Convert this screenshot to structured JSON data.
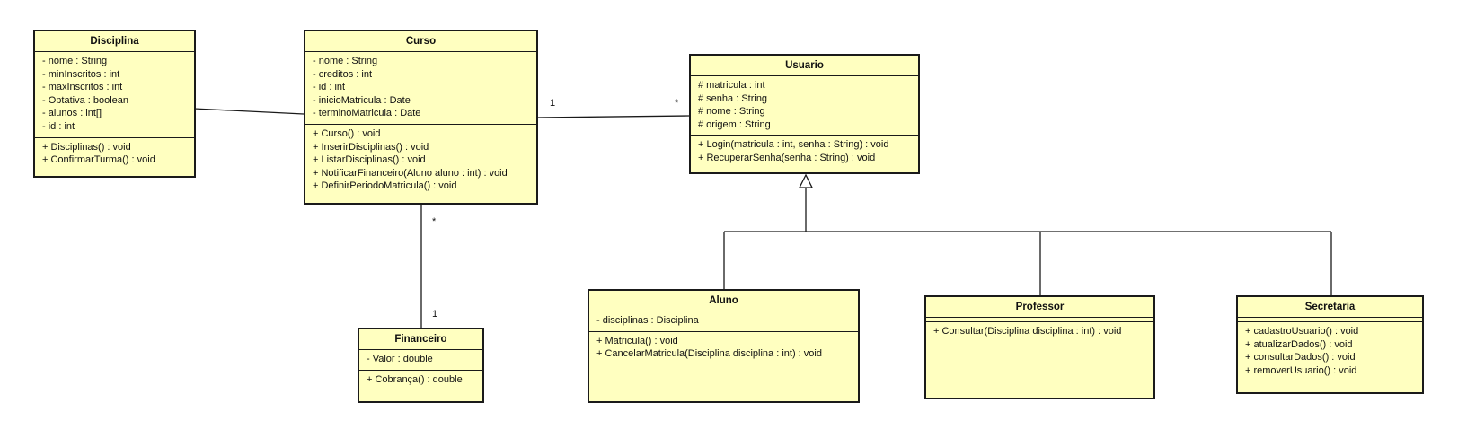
{
  "classes": {
    "disciplina": {
      "name": "Disciplina",
      "attributes": [
        "- nome : String",
        "- minInscritos : int",
        "- maxInscritos : int",
        "- Optativa : boolean",
        "- alunos : int[]",
        "- id : int"
      ],
      "methods": [
        "+ Disciplinas() : void",
        "+ ConfirmarTurma() : void"
      ]
    },
    "curso": {
      "name": "Curso",
      "attributes": [
        "- nome : String",
        "- creditos : int",
        "- id : int",
        "- inicioMatricula : Date",
        "- terminoMatricula : Date"
      ],
      "methods": [
        "+ Curso() : void",
        "+ InserirDisciplinas() : void",
        "+ ListarDisciplinas() : void",
        "+ NotificarFinanceiro(Aluno aluno : int) : void",
        "+ DefinirPeriodoMatricula() : void"
      ]
    },
    "usuario": {
      "name": "Usuario",
      "attributes": [
        "# matricula : int",
        "# senha : String",
        "# nome : String",
        "# origem : String"
      ],
      "methods": [
        "+ Login(matricula : int, senha : String) : void",
        "+ RecuperarSenha(senha : String) : void"
      ]
    },
    "financeiro": {
      "name": "Financeiro",
      "attributes": [
        "- Valor : double"
      ],
      "methods": [
        "+ Cobrança() : double"
      ]
    },
    "aluno": {
      "name": "Aluno",
      "attributes": [
        "- disciplinas : Disciplina"
      ],
      "methods": [
        "+ Matricula() : void",
        "+ CancelarMatricula(Disciplina disciplina : int) : void"
      ]
    },
    "professor": {
      "name": "Professor",
      "attributes": [],
      "methods": [
        "+ Consultar(Disciplina disciplina : int) : void"
      ]
    },
    "secretaria": {
      "name": "Secretaria",
      "attributes": [],
      "methods": [
        "+ cadastroUsuario() : void",
        "+ atualizarDados() : void",
        "+ consultarDados() : void",
        "+ removerUsuario() : void"
      ]
    }
  },
  "multiplicities": {
    "curso_usuario_curso": "1",
    "curso_usuario_usuario": "*",
    "curso_financeiro_curso": "*",
    "curso_financeiro_financeiro": "1"
  },
  "colors": {
    "class_fill": "#ffffc0",
    "line": "#1a1a1a"
  }
}
